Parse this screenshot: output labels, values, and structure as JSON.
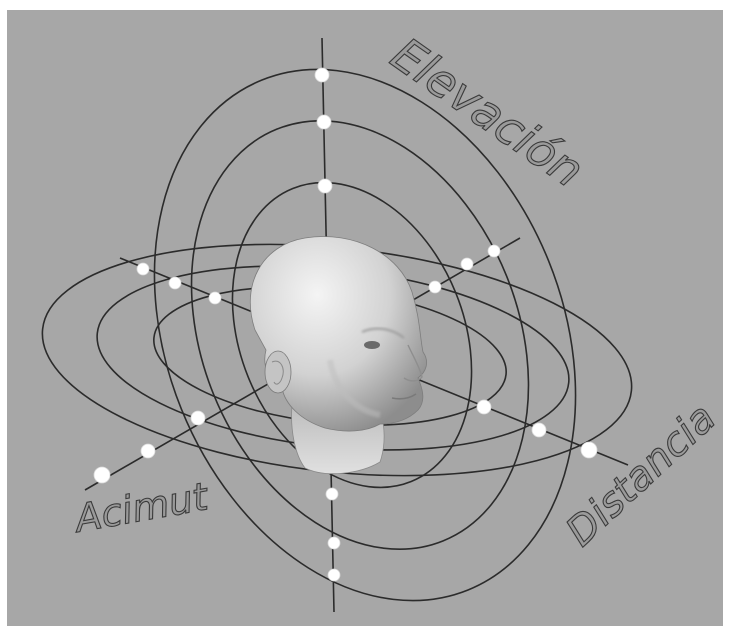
{
  "labels": {
    "elevation": "Elevación",
    "azimuth": "Acimut",
    "distance": "Distancia"
  },
  "colors": {
    "background": "#a7a7a7",
    "frame": "#ffffff",
    "lines": "#2b2b2b",
    "points": "#ffffff",
    "label_fill": "#9a9a9a",
    "label_outline": "#3a3a3a"
  },
  "figure": {
    "head": "head-model",
    "rings_per_plane": 3
  }
}
